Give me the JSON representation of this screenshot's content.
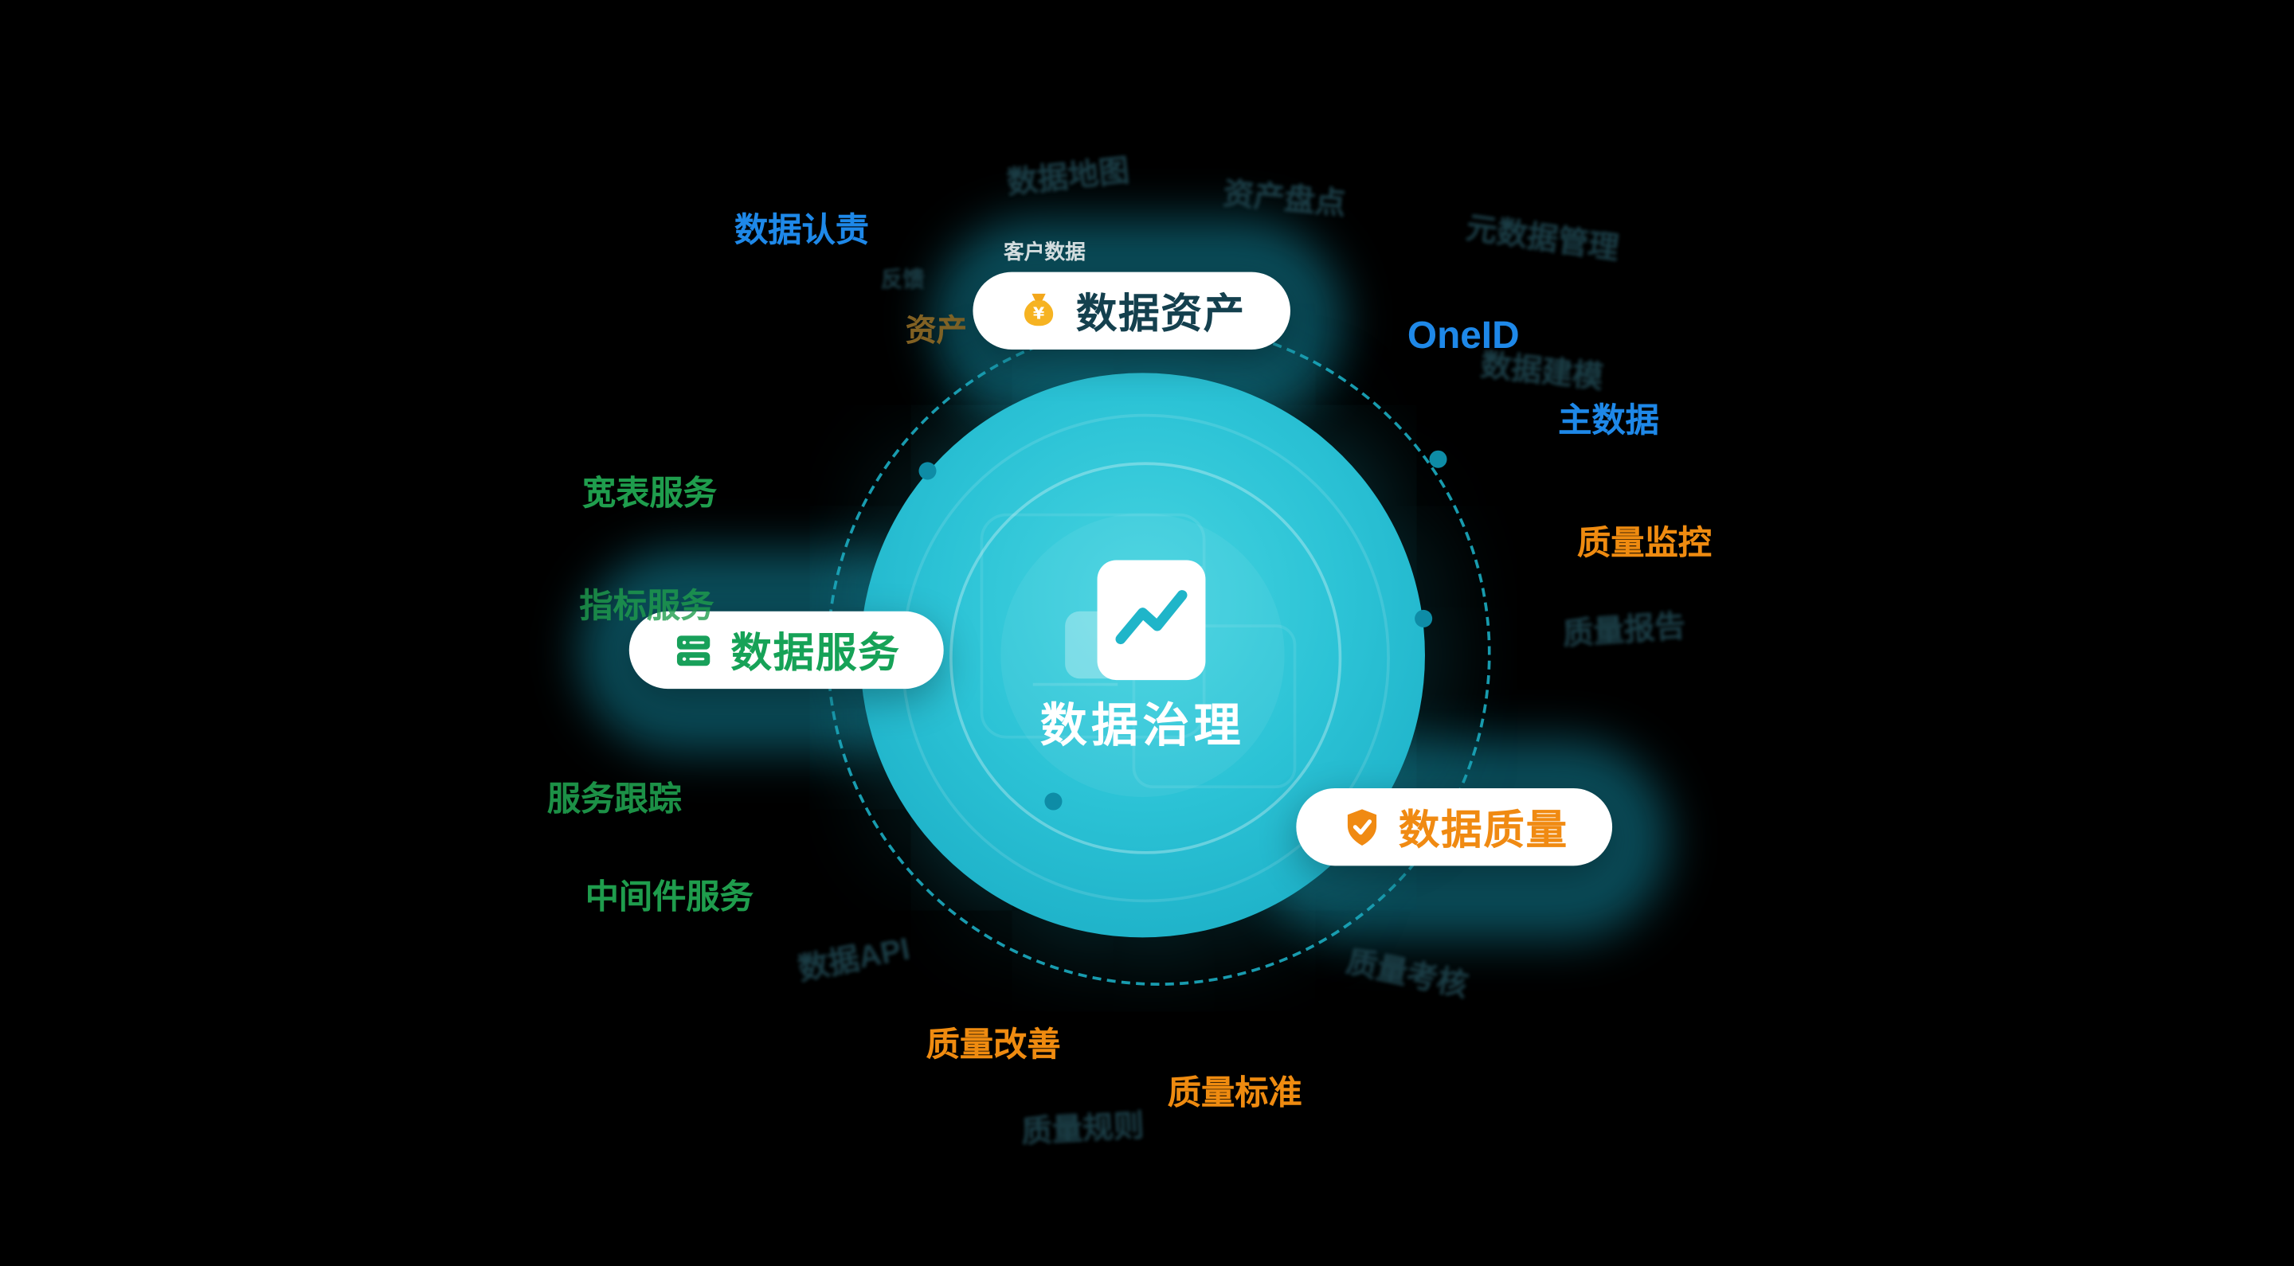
{
  "center": {
    "title": "数据治理",
    "icon": "document-chart-icon"
  },
  "pills": {
    "assets": {
      "label": "数据资产",
      "icon": "money-bag-icon"
    },
    "services": {
      "label": "数据服务",
      "icon": "database-icon"
    },
    "quality": {
      "label": "数据质量",
      "icon": "shield-check-icon"
    }
  },
  "labels": {
    "data_responsibility": "数据认责",
    "oneid": "OneID",
    "master_data": "主数据",
    "quality_monitoring": "质量监控",
    "quality_improvement": "质量改善",
    "quality_standard": "质量标准",
    "wide_table_service": "宽表服务",
    "indicator_service": "指标服务",
    "service_tracking": "服务跟踪",
    "middleware_service": "中间件服务",
    "customer_data": "客户数据",
    "asset_partial": "资产"
  },
  "faint_labels": [
    "数据地图",
    "资产盘点",
    "元数据管理",
    "数据建模",
    "质量报告",
    "数据API",
    "质量考核",
    "质量规则",
    "反馈"
  ],
  "colors": {
    "background": "#000000",
    "circle_teal": "#2CC3D6",
    "orbit_teal": "#1BA4B8",
    "blue_label": "#1E88E8",
    "green_label": "#1F9D4D",
    "orange_label": "#EF8B10",
    "assets_text": "#14404E",
    "money_bag_gold": "#F6B322",
    "services_green": "#16A257",
    "quality_orange": "#F08A12"
  }
}
